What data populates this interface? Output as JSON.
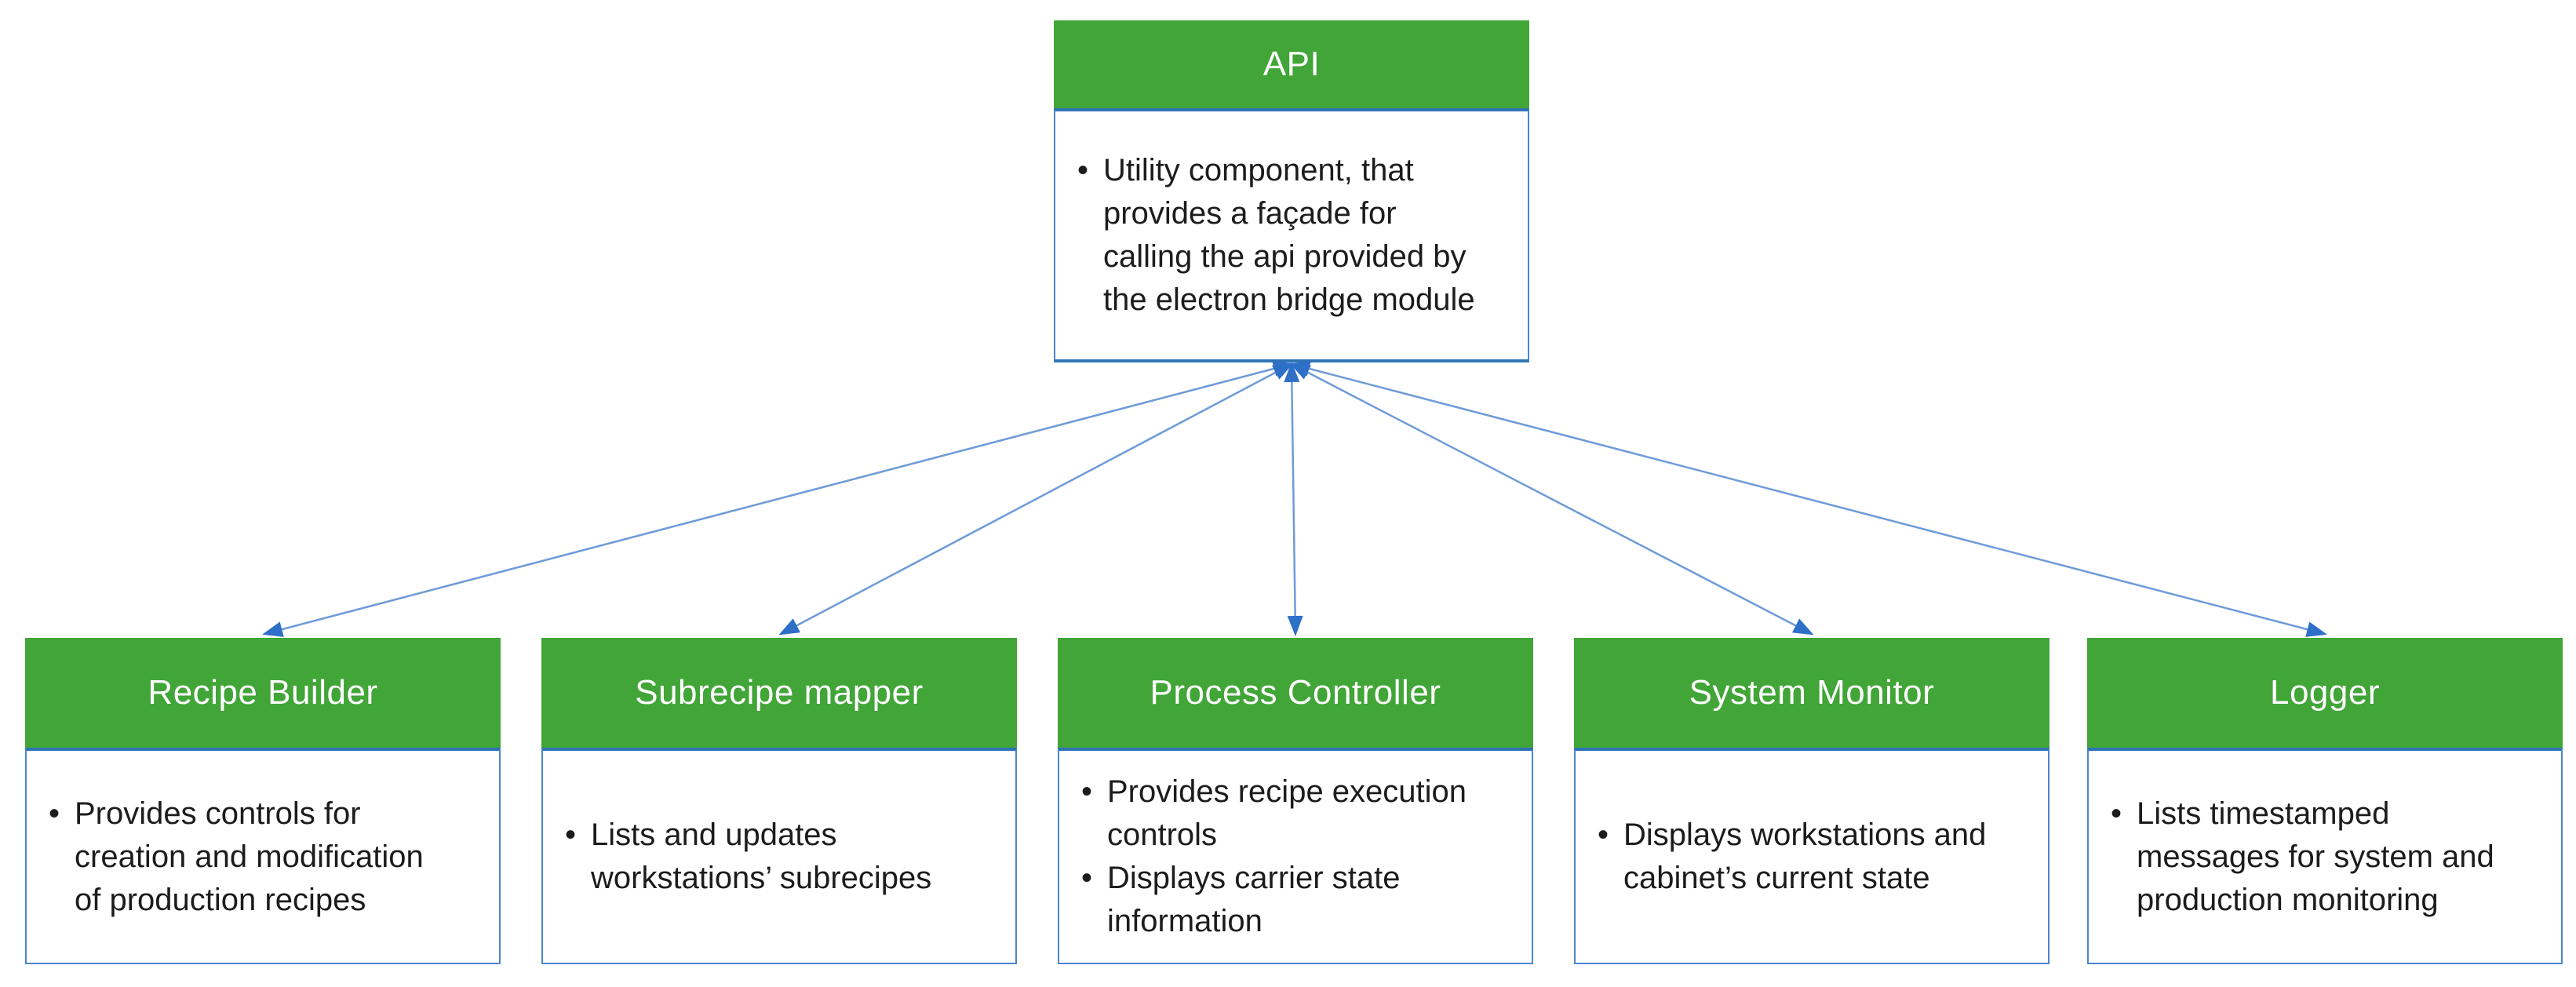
{
  "diagram": {
    "api": {
      "title": "API",
      "bullets": [
        "Utility component, that provides a façade for calling the api provided by the electron bridge module"
      ]
    },
    "recipe_builder": {
      "title": "Recipe Builder",
      "bullets": [
        "Provides controls for creation and modification of production recipes"
      ]
    },
    "subrecipe_mapper": {
      "title": "Subrecipe mapper",
      "bullets": [
        "Lists and updates workstations’ subrecipes"
      ]
    },
    "process_controller": {
      "title": "Process Controller",
      "bullets": [
        "Provides recipe execution controls",
        "Displays carrier state information"
      ]
    },
    "system_monitor": {
      "title": "System Monitor",
      "bullets": [
        "Displays workstations and cabinet’s current state"
      ]
    },
    "logger": {
      "title": "Logger",
      "bullets": [
        "Lists timestamped messages for system and production  monitoring"
      ]
    },
    "colors": {
      "header_green": "#41A537",
      "header_text": "#FFFFFF",
      "body_text": "#1C1C1C",
      "box_border_blue": "#4A86CE",
      "header_divider_blue": "#2E74B5",
      "arrow_line_blue": "#6E9BD8",
      "arrowhead_blue": "#2E6FC7"
    }
  }
}
